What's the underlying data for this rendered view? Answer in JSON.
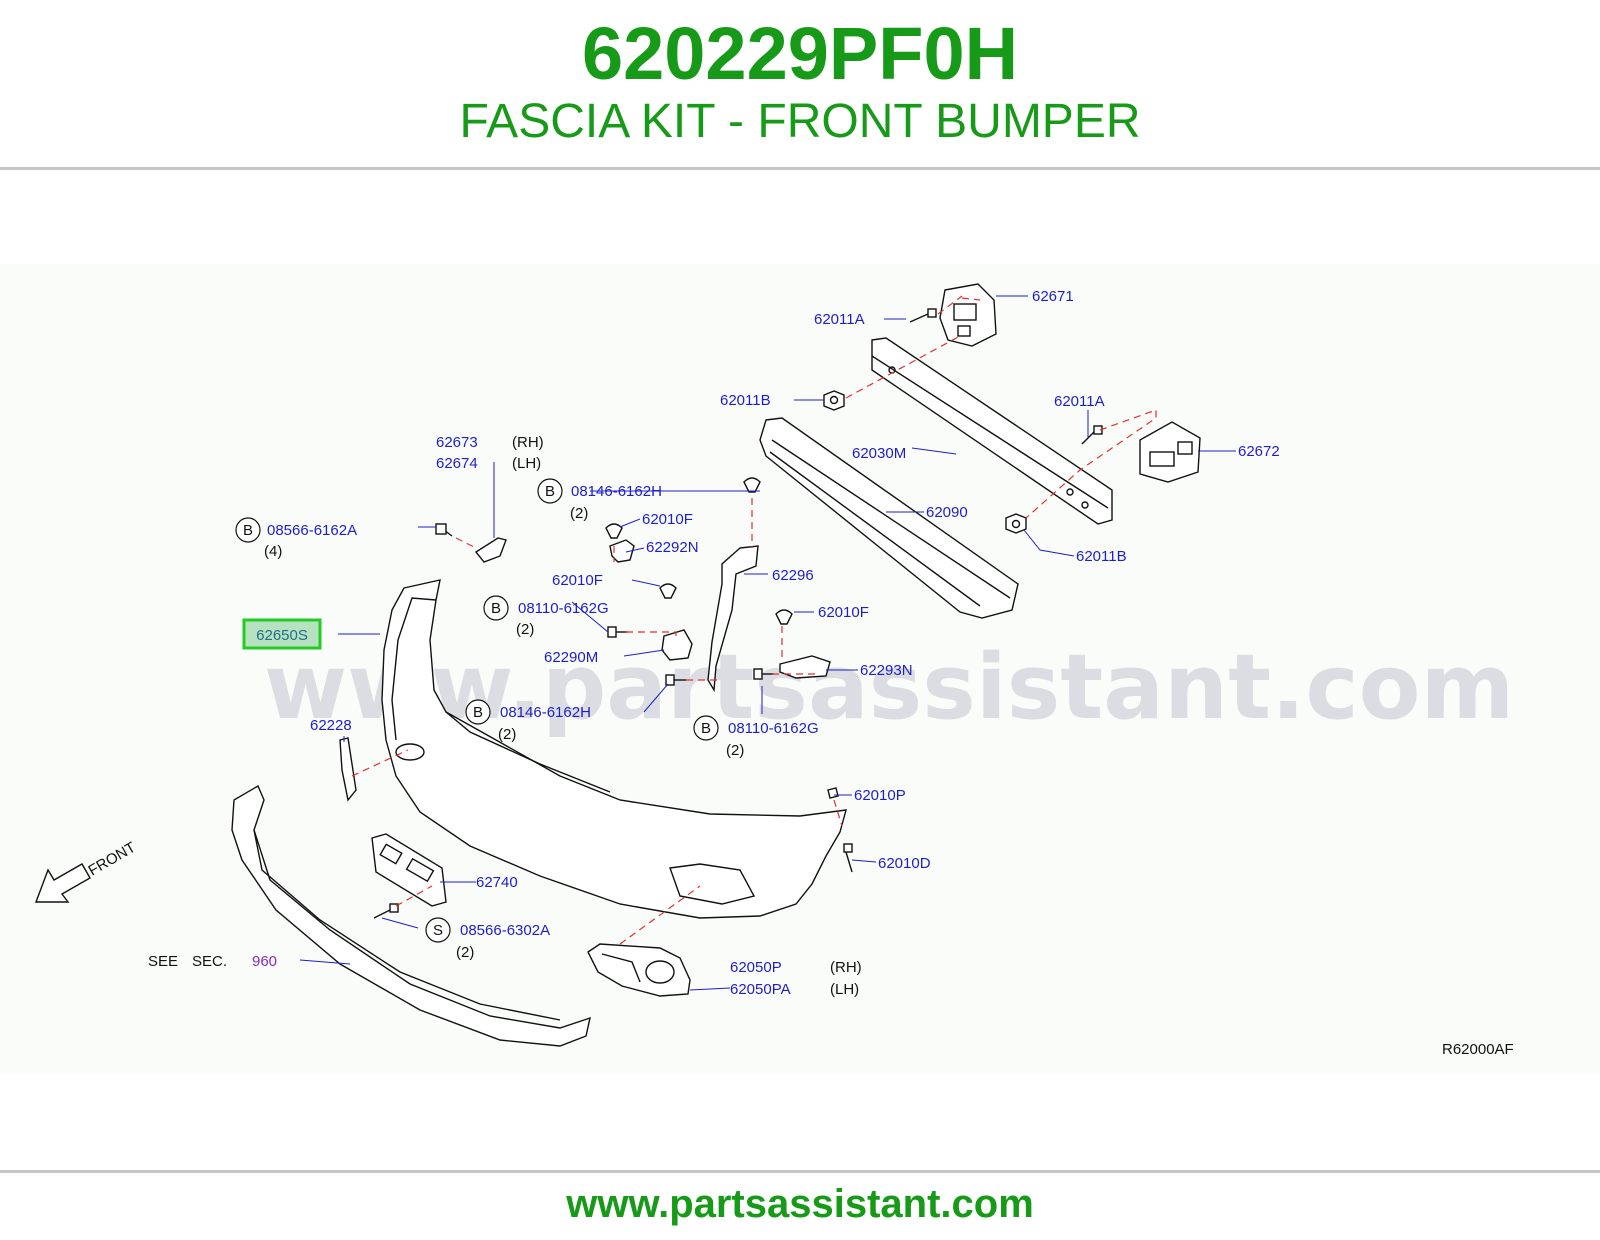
{
  "header": {
    "part_number": "620229PF0H",
    "title": "FASCIA KIT - FRONT BUMPER"
  },
  "footer": {
    "url": "www.partsassistant.com"
  },
  "diagram": {
    "watermark": "www.partsassistant.com",
    "reference_code": "R62000AF",
    "front_label": "FRONT",
    "see_sec": {
      "see": "SEE",
      "sec": "SEC.",
      "number": "960"
    },
    "highlight_color": "#22cc22",
    "callouts": [
      {
        "code": "62671"
      },
      {
        "code": "62011A"
      },
      {
        "code": "62011B"
      },
      {
        "code": "62011A"
      },
      {
        "code": "62672"
      },
      {
        "code": "62030M"
      },
      {
        "code": "62673",
        "side": "(RH)"
      },
      {
        "code": "62674",
        "side": "(LH)"
      },
      {
        "marker": "B",
        "code": "08146-6162H",
        "qty": "(2)"
      },
      {
        "code": "62010F"
      },
      {
        "code": "62292N"
      },
      {
        "code": "62090"
      },
      {
        "marker": "B",
        "code": "08566-6162A",
        "qty": "(4)"
      },
      {
        "code": "62011B"
      },
      {
        "code": "62296"
      },
      {
        "code": "62010F"
      },
      {
        "marker": "B",
        "code": "08110-6162G",
        "qty": "(2)"
      },
      {
        "code": "62010F"
      },
      {
        "code": "62650S",
        "highlighted": true
      },
      {
        "code": "62290M"
      },
      {
        "code": "62293N"
      },
      {
        "marker": "B",
        "code": "08146-6162H",
        "qty": "(2)"
      },
      {
        "marker": "B",
        "code": "08110-6162G",
        "qty": "(2)"
      },
      {
        "code": "62228"
      },
      {
        "code": "62010P"
      },
      {
        "code": "62010D"
      },
      {
        "code": "62740"
      },
      {
        "marker": "S",
        "code": "08566-6302A",
        "qty": "(2)"
      },
      {
        "code": "62050P",
        "side": "(RH)"
      },
      {
        "code": "62050PA",
        "side": "(LH)"
      }
    ]
  }
}
